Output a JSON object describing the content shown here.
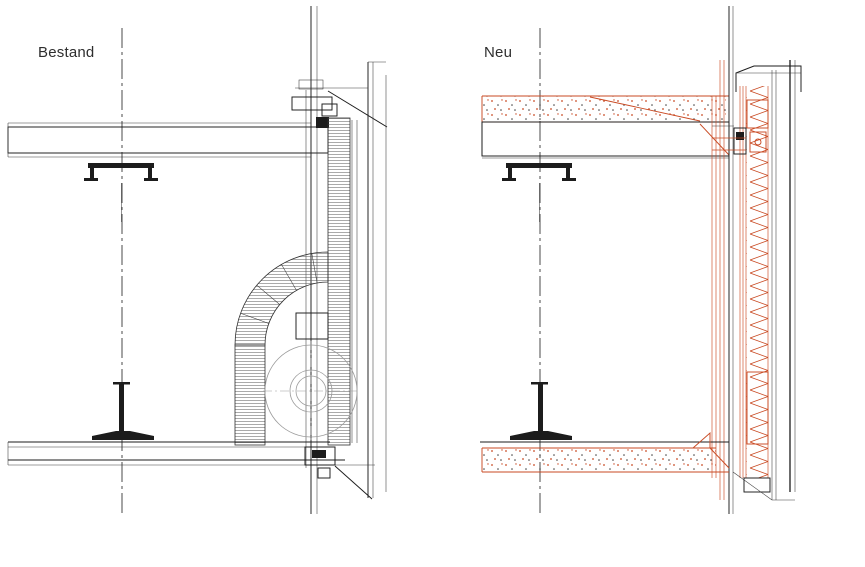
{
  "panels": [
    {
      "id": "bestand",
      "label": "Bestand"
    },
    {
      "id": "neu",
      "label": "Neu"
    }
  ],
  "colors": {
    "accent": "#c94a23",
    "line": "#1c1c1c",
    "text": "#2e2e2e",
    "fanline": "#9b9b9b"
  }
}
